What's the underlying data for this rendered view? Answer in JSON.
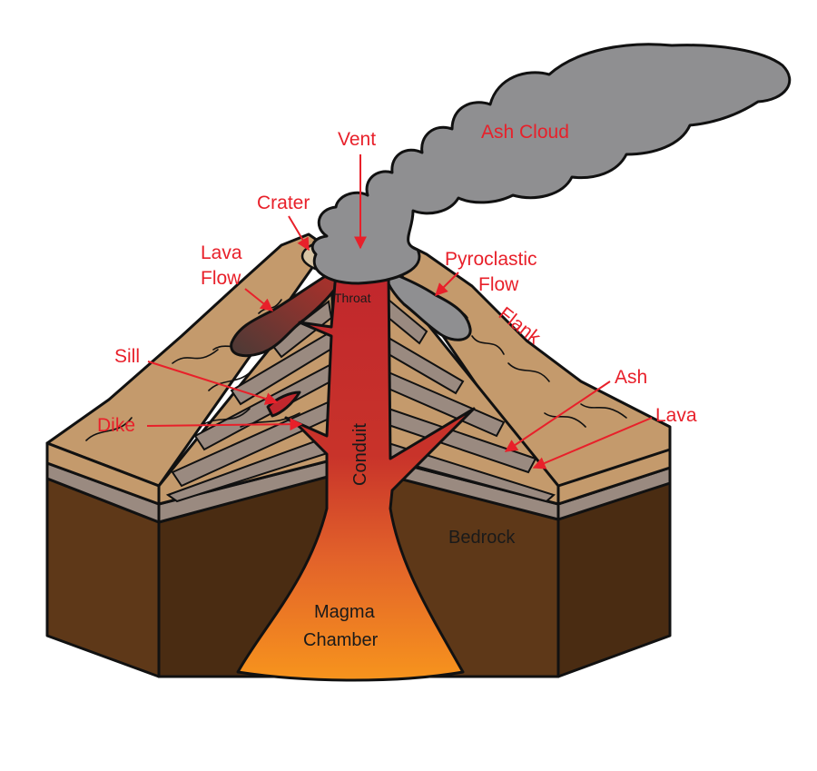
{
  "labels": {
    "ash_cloud": "Ash Cloud",
    "vent": "Vent",
    "crater": "Crater",
    "lava_flow_1": "Lava",
    "lava_flow_2": "Flow",
    "pyroclastic_1": "Pyroclastic",
    "pyroclastic_2": "Flow",
    "flank": "Flank",
    "throat": "Throat",
    "sill": "Sill",
    "dike": "Dike",
    "ash": "Ash",
    "lava": "Lava",
    "conduit": "Conduit",
    "bedrock": "Bedrock",
    "magma_1": "Magma",
    "magma_2": "Chamber"
  },
  "colors": {
    "label_red": "#e8202a",
    "bedrock": "#5e3818",
    "bedrock_side": "#4a2c12",
    "ground_tan": "#c49a6c",
    "gray_layer": "#9a8a80",
    "ash_gray": "#8f8f91",
    "magma_red": "#c1272d",
    "magma_orange": "#f7941d"
  }
}
